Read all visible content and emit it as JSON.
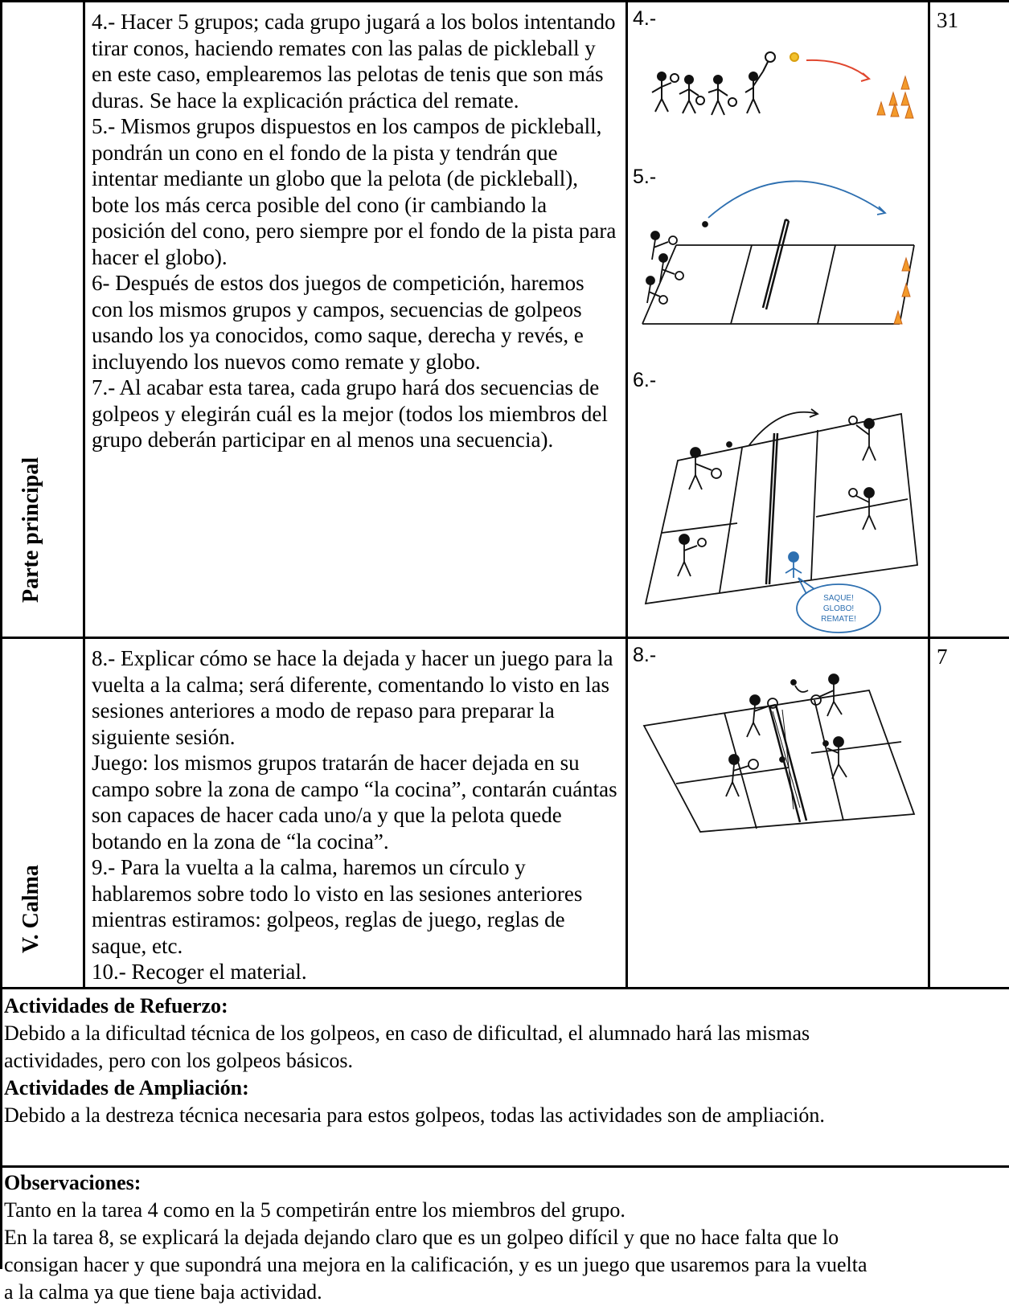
{
  "main_section": {
    "label": "Parte principal",
    "paragraphs": [
      "4.- Hacer 5 grupos; cada grupo jugará a los bolos intentando tirar conos, haciendo remates con las palas de pickleball y en este caso, emplearemos las pelotas de tenis que son más duras. Se hace la explicación práctica del remate.",
      "5.- Mismos grupos dispuestos en los campos de pickleball, pondrán un cono en el fondo de la pista y tendrán que intentar mediante un globo que la pelota (de pickleball), bote los más cerca posible del cono (ir cambiando la posición del cono, pero siempre por el fondo de la pista para hacer el globo).",
      "6- Después de estos dos juegos de competición, haremos con los mismos grupos y campos, secuencias de golpeos usando los ya conocidos, como saque, derecha y revés, e incluyendo los nuevos como remate y globo.",
      "7.- Al acabar esta tarea, cada grupo hará dos secuencias de golpeos y elegirán cuál es la mejor (todos los miembros del grupo deberán participar en al menos una secuencia)."
    ],
    "drawing_labels": [
      "4.-",
      "5.-",
      "6.-"
    ],
    "speech_bubble": [
      "SAQUE!",
      "GLOBO!",
      "REMATE!"
    ],
    "time": "31"
  },
  "calm_section": {
    "label": "V. Calma",
    "paragraphs": [
      "8.- Explicar cómo se hace la dejada y hacer un juego para la vuelta a la calma; será diferente, comentando lo visto en las sesiones anteriores a modo de repaso para preparar la siguiente sesión.",
      "Juego: los mismos grupos tratarán de hacer dejada en su campo sobre la zona de campo “la cocina”, contarán cuántas son capaces de hacer cada uno/a y que la pelota quede botando en la zona de “la cocina”.",
      "9.- Para la vuelta a la calma, haremos un círculo y hablaremos sobre todo lo visto en las sesiones anteriores mientras estiramos: golpeos, reglas de juego, reglas de saque, etc.",
      "10.- Recoger el material."
    ],
    "drawing_label": "8.-",
    "time": "7"
  },
  "refuerzo": {
    "title": "Actividades de Refuerzo:",
    "lines": [
      "Debido a la dificultad técnica de los golpeos, en caso de dificultad, el alumnado hará las mismas",
      "actividades, pero con los golpeos básicos."
    ]
  },
  "ampliacion": {
    "title": "Actividades de Ampliación:",
    "lines": [
      "Debido a la destreza técnica necesaria para estos golpeos, todas las actividades son de ampliación."
    ]
  },
  "observaciones": {
    "title": "Observaciones:",
    "lines": [
      "Tanto en la tarea 4 como en la 5 competirán entre los miembros del grupo.",
      "En la tarea 8, se explicará la dejada dejando claro que es un golpeo difícil y que no hace falta que lo",
      "consigan hacer y que supondrá una mejora en la calificación, y es un juego que usaremos para la vuelta",
      "a la calma ya que tiene baja actividad."
    ]
  }
}
